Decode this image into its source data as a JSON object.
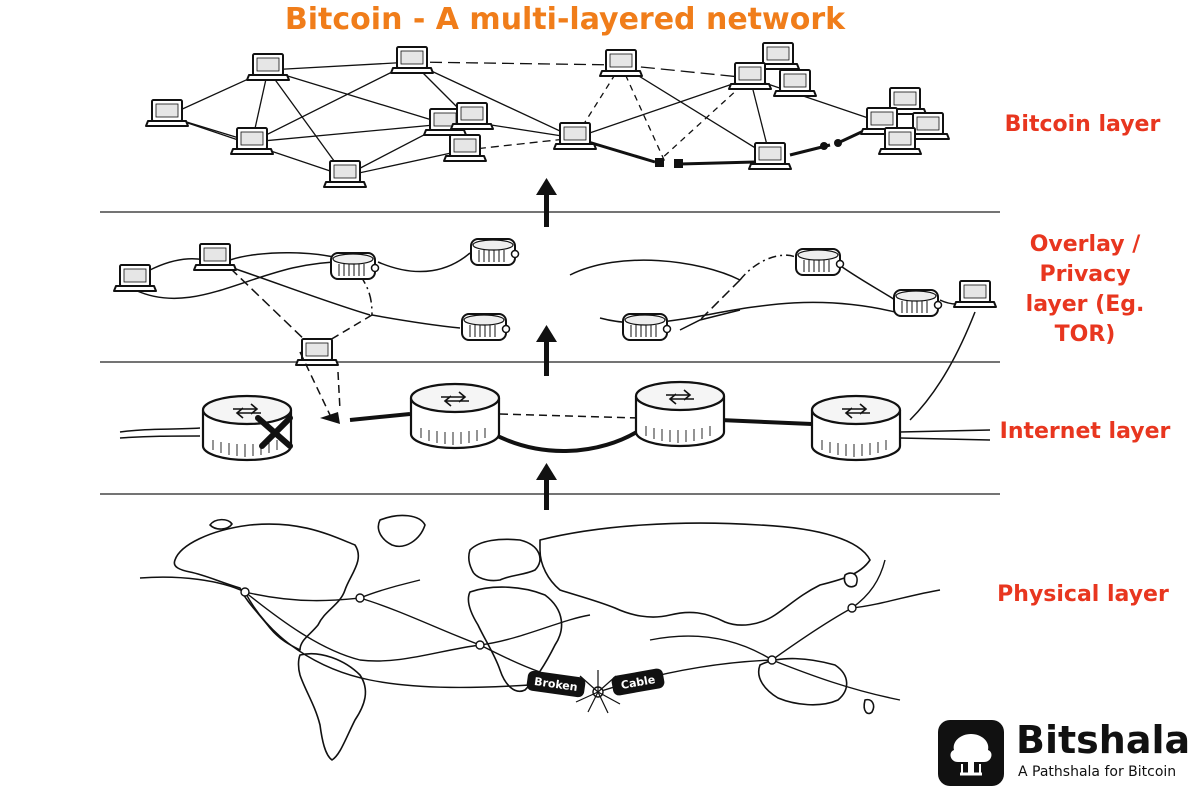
{
  "title": "Bitcoin - A multi-layered network",
  "layers": {
    "bitcoin": "Bitcoin layer",
    "overlay_line1": "Overlay /",
    "overlay_line2": "Privacy",
    "overlay_line3": "layer (Eg.",
    "overlay_line4": "TOR)",
    "internet": "Internet layer",
    "physical": "Physical layer"
  },
  "cable": {
    "left": "Broken",
    "right": "Cable"
  },
  "brand": {
    "name": "Bitshala",
    "tagline": "A Pathshala for Bitcoin"
  },
  "colors": {
    "accent": "#f07d1a",
    "label": "#e8361f",
    "ink": "#111111"
  },
  "icons": [
    "laptop-icon",
    "tor-relay-icon",
    "router-icon",
    "broken-x-icon",
    "up-arrow-icon",
    "world-map-icon",
    "tree-logo-icon"
  ]
}
